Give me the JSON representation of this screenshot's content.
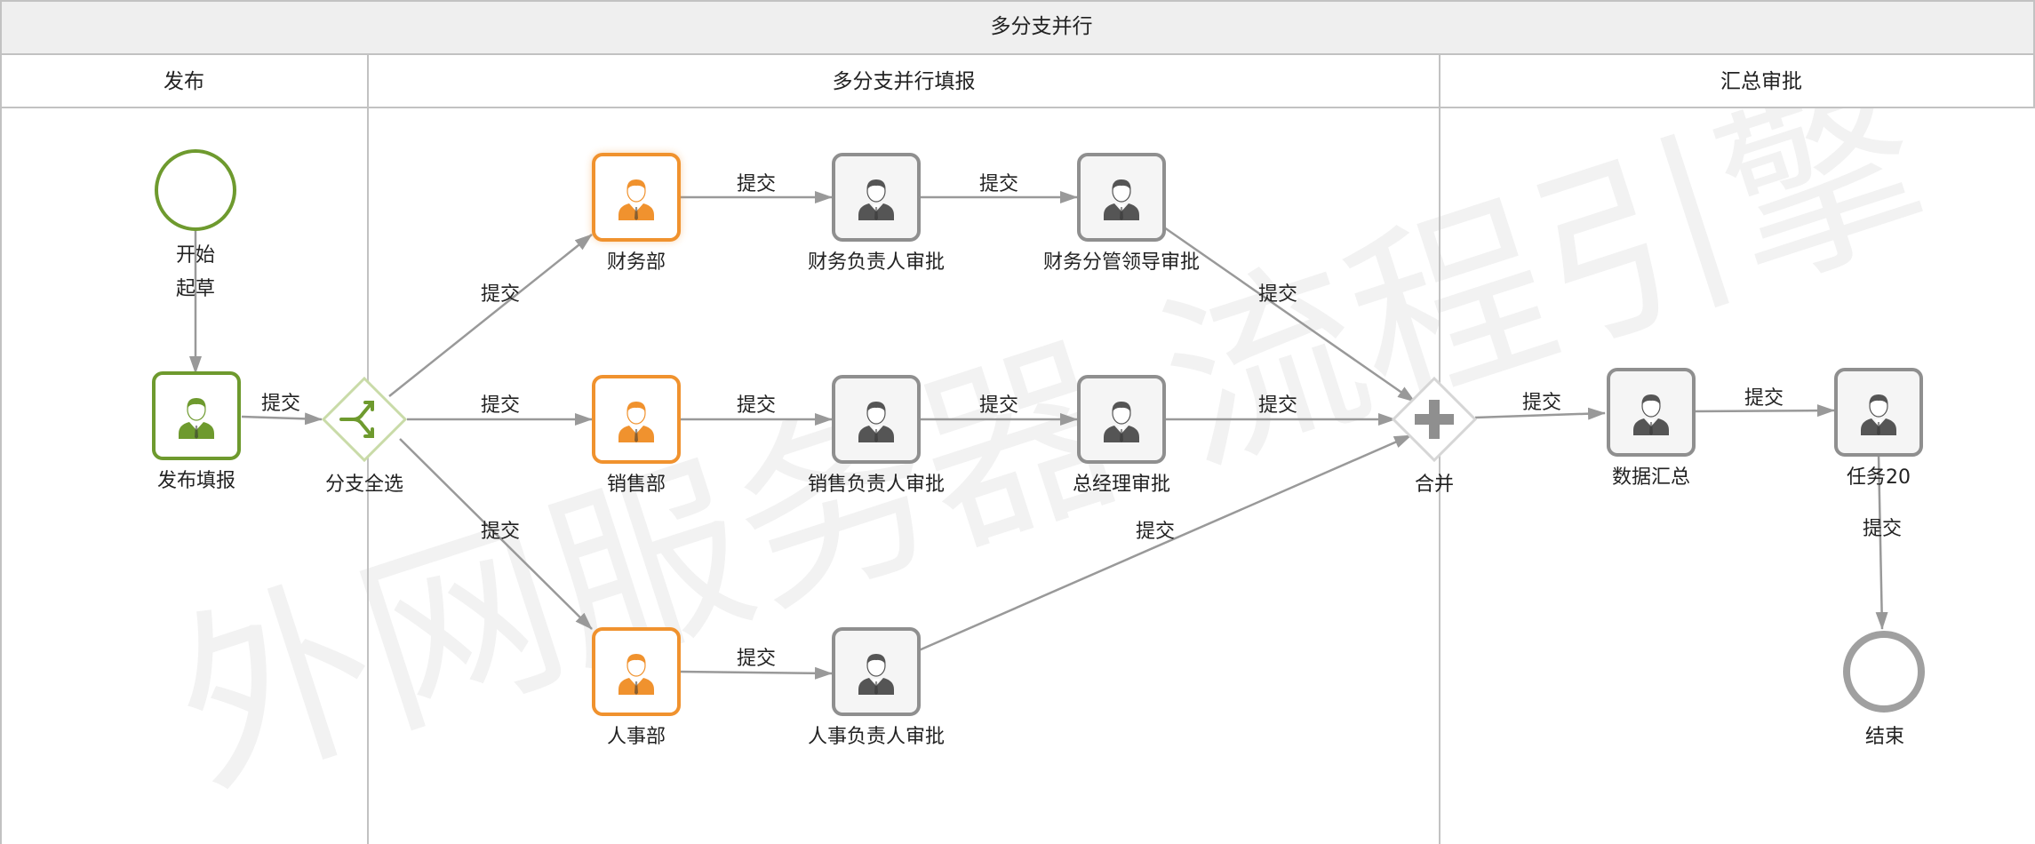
{
  "diagram": {
    "title": "多分支并行",
    "lanes": [
      {
        "id": "publish",
        "title": "发布"
      },
      {
        "id": "fill",
        "title": "多分支并行填报"
      },
      {
        "id": "summary",
        "title": "汇总审批"
      }
    ],
    "watermark": "外网服务器·流程引擎",
    "colors": {
      "start": "#6e9a2e",
      "task_orange": "#f0922e",
      "task_gray": "#8f8f8f",
      "edge": "#999999",
      "end": "#a0a0a0"
    },
    "nodes": [
      {
        "id": "start",
        "type": "start",
        "label1": "开始",
        "label2": "起草",
        "icon": "start-event-circle"
      },
      {
        "id": "publish",
        "type": "task_green",
        "label": "发布填报",
        "icon": "user-icon"
      },
      {
        "id": "split",
        "type": "gateway_split",
        "label": "分支全选",
        "icon": "branch-split-icon"
      },
      {
        "id": "finance",
        "type": "task_orange",
        "label": "财务部",
        "icon": "user-icon",
        "active": true
      },
      {
        "id": "sales",
        "type": "task_orange",
        "label": "销售部",
        "icon": "user-icon"
      },
      {
        "id": "hr",
        "type": "task_orange",
        "label": "人事部",
        "icon": "user-icon"
      },
      {
        "id": "fin_head",
        "type": "task_gray",
        "label": "财务负责人审批",
        "icon": "user-icon"
      },
      {
        "id": "fin_lead",
        "type": "task_gray",
        "label": "财务分管领导审批",
        "icon": "user-icon"
      },
      {
        "id": "sales_head",
        "type": "task_gray",
        "label": "销售负责人审批",
        "icon": "user-icon"
      },
      {
        "id": "gm",
        "type": "task_gray",
        "label": "总经理审批",
        "icon": "user-icon"
      },
      {
        "id": "hr_head",
        "type": "task_gray",
        "label": "人事负责人审批",
        "icon": "user-icon"
      },
      {
        "id": "merge",
        "type": "gateway_merge",
        "label": "合并",
        "icon": "plus-icon"
      },
      {
        "id": "collect",
        "type": "task_gray",
        "label": "数据汇总",
        "icon": "user-icon"
      },
      {
        "id": "task20",
        "type": "task_gray",
        "label": "任务20",
        "icon": "user-icon"
      },
      {
        "id": "end",
        "type": "end",
        "label": "结束",
        "icon": "end-event-circle"
      }
    ],
    "edges": [
      {
        "id": "e1",
        "from": "start",
        "to": "publish",
        "label": ""
      },
      {
        "id": "e2",
        "from": "publish",
        "to": "split",
        "label": "提交"
      },
      {
        "id": "e3",
        "from": "split",
        "to": "finance",
        "label": "提交"
      },
      {
        "id": "e4",
        "from": "split",
        "to": "sales",
        "label": "提交"
      },
      {
        "id": "e5",
        "from": "split",
        "to": "hr",
        "label": "提交"
      },
      {
        "id": "e6",
        "from": "finance",
        "to": "fin_head",
        "label": "提交"
      },
      {
        "id": "e7",
        "from": "fin_head",
        "to": "fin_lead",
        "label": "提交"
      },
      {
        "id": "e8",
        "from": "fin_lead",
        "to": "merge",
        "label": "提交"
      },
      {
        "id": "e9",
        "from": "sales",
        "to": "sales_head",
        "label": "提交"
      },
      {
        "id": "e10",
        "from": "sales_head",
        "to": "gm",
        "label": "提交"
      },
      {
        "id": "e11",
        "from": "gm",
        "to": "merge",
        "label": "提交"
      },
      {
        "id": "e12",
        "from": "hr",
        "to": "hr_head",
        "label": "提交"
      },
      {
        "id": "e13",
        "from": "hr_head",
        "to": "merge",
        "label": "提交"
      },
      {
        "id": "e14",
        "from": "merge",
        "to": "collect",
        "label": "提交"
      },
      {
        "id": "e15",
        "from": "collect",
        "to": "task20",
        "label": "提交"
      },
      {
        "id": "e16",
        "from": "task20",
        "to": "end",
        "label": "提交"
      }
    ]
  }
}
